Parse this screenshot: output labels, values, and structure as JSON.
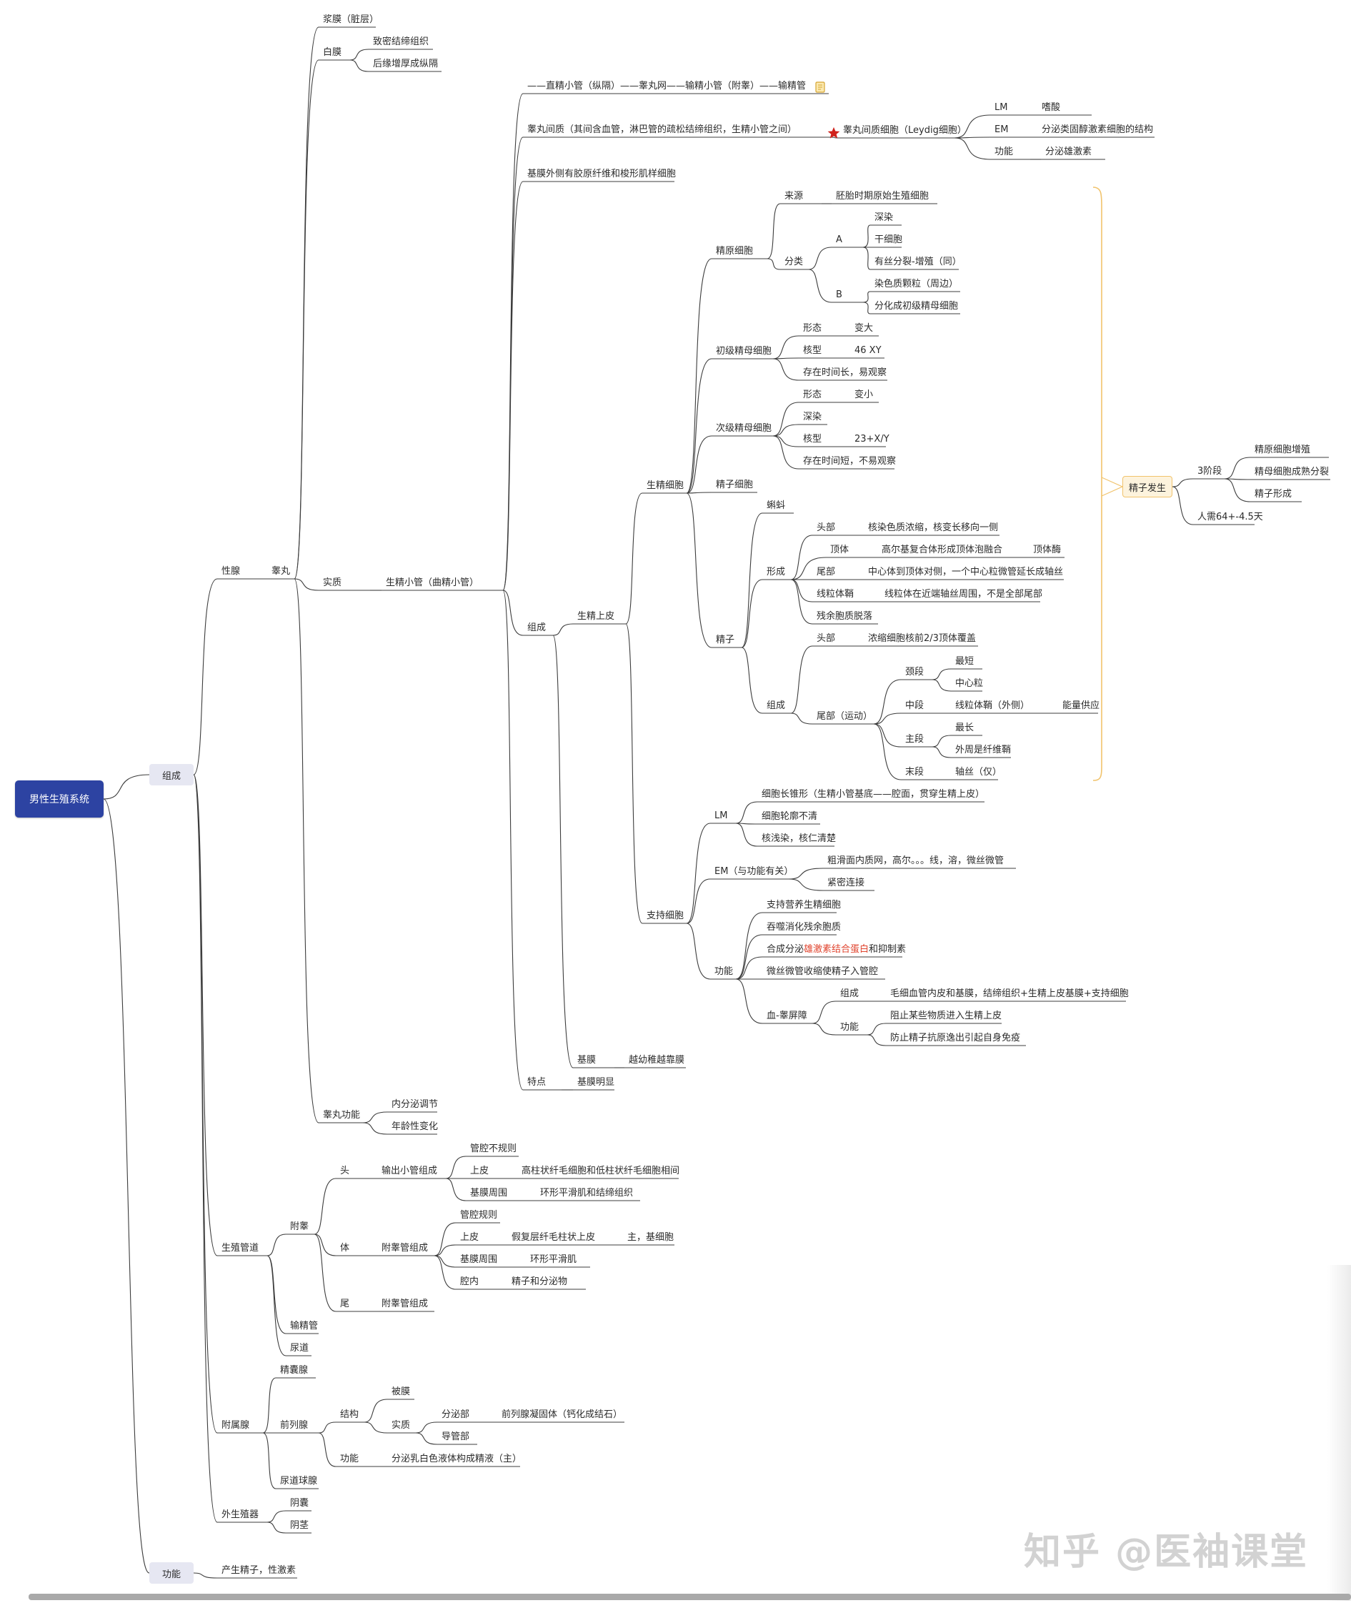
{
  "title": "男性生殖系统",
  "watermark": "知乎 @医袖课堂",
  "colors": {
    "root": "#2d43a2",
    "line": "#3c3c3c",
    "box": "#e6e7f2",
    "bracket": "#f1c36c",
    "highlight": "#e0432d"
  },
  "icons": {
    "star": "red-star-icon",
    "note": "note-icon"
  },
  "level1": {
    "composition": "组成",
    "function": "功能"
  },
  "nodes": {
    "gonad": "性腺",
    "testis": "睾丸",
    "serosa": "浆膜（脏层）",
    "albuginea": "白膜",
    "albu1": "致密结缔组织",
    "albu2": "后缘增厚成纵隔",
    "parenchyma": "实质",
    "tubule": "生精小管（曲精小管）",
    "duct_path": "——直精小管（纵隔）——睾丸网——输精小管（附睾）——输精管",
    "interstitium": "睾丸间质（其间含血管，淋巴管的疏松结缔组织，生精小管之间）",
    "leydig": "睾丸间质细胞（Leydig细胞）",
    "lm": "LM",
    "lm_v": "嗜酸",
    "em": "EM",
    "em_v": "分泌类固醇激素细胞的结构",
    "fn": "功能",
    "fn_v": "分泌雄激素",
    "basement_out": "基膜外侧有胶原纤维和梭形肌样细胞",
    "comp": "组成",
    "epith": "生精上皮",
    "spermcells": "生精细胞",
    "spermatogonia": "精原细胞",
    "source": "来源",
    "source_v": "胚胎时期原始生殖细胞",
    "classify": "分类",
    "A": "A",
    "a1": "深染",
    "a2": "干细胞",
    "a3": "有丝分裂-增殖（同）",
    "B": "B",
    "b1": "染色质颗粒（周边）",
    "b2": "分化成初级精母细胞",
    "primary": "初级精母细胞",
    "p_form": "形态",
    "p_form_v": "变大",
    "p_nuc": "核型",
    "p_nuc_v": "46  XY",
    "p_time": "存在时间长，易观察",
    "secondary": "次级精母细胞",
    "s_form": "形态",
    "s_form_v": "变小",
    "s_deep": "深染",
    "s_nuc": "核型",
    "s_nuc_v": "23+X/Y",
    "s_time": "存在时间短，不易观察",
    "spermatid": "精子细胞",
    "sperm": "精子",
    "tadpole": "蝌蚪",
    "formation": "形成",
    "f_head": "头部",
    "f_head_v": "核染色质浓缩，核变长移向一侧",
    "f_acro": "顶体",
    "f_acro_v": "高尔基复合体形成顶体泡融合",
    "f_acro_v2": "顶体酶",
    "f_tail": "尾部",
    "f_tail_v": "中心体到顶体对侧，一个中心粒微管延长成轴丝",
    "f_mito": "线粒体鞘",
    "f_mito_v": "线粒体在近端轴丝周围，不是全部尾部",
    "f_resid": "残余胞质脱落",
    "structure": "组成",
    "st_head": "头部",
    "st_head_v": "浓缩细胞核前2/3顶体覆盖",
    "st_tail": "尾部（运动）",
    "neck": "颈段",
    "neck1": "最短",
    "neck2": "中心粒",
    "mid": "中段",
    "mid_v": "线粒体鞘（外侧）",
    "mid_v2": "能量供应",
    "main": "主段",
    "main1": "最长",
    "main2": "外周是纤维鞘",
    "end": "末段",
    "end_v": "轴丝（仅）",
    "sertoli": "支持细胞",
    "s_lm": "LM",
    "s_lm1": "细胞长锥形（生精小管基底——腔面，贯穿生精上皮）",
    "s_lm2": "细胞轮廓不清",
    "s_lm3": "核浅染，核仁清楚",
    "s_em": "EM（与功能有关）",
    "s_em1": "粗滑面内质网，高尔。。。线，溶，微丝微管",
    "s_em2": "紧密连接",
    "s_fn": "功能",
    "s_fn1": "支持营养生精细胞",
    "s_fn2": "吞噬消化残余胞质",
    "s_fn3_pre": "合成分泌",
    "s_fn3_hl": "雄激素结合蛋白",
    "s_fn3_post": "和抑制素",
    "s_fn4": "微丝微管收缩使精子入管腔",
    "btb": "血-睾屏障",
    "btb_comp": "组成",
    "btb_comp_v": "毛细血管内皮和基膜，结缔组织+生精上皮基膜+支持细胞",
    "btb_fn": "功能",
    "btb_fn1": "阻止某些物质进入生精上皮",
    "btb_fn2": "防止精子抗原逸出引起自身免疫",
    "bm": "基膜",
    "bm_v": "越幼稚越靠膜",
    "feature": "特点",
    "feature_v": "基膜明显",
    "spermatogenesis": "精子发生",
    "stages": "3阶段",
    "st1": "精原细胞增殖",
    "st2": "精母细胞成熟分裂",
    "st3": "精子形成",
    "days": "人需64+-4.5天",
    "testis_fn": "睾丸功能",
    "tf1": "内分泌调节",
    "tf2": "年龄性变化",
    "ducts": "生殖管道",
    "epid": "附睾",
    "e_head": "头",
    "e_head_c": "输出小管组成",
    "eh1": "管腔不规则",
    "eh2": "上皮",
    "eh2_v": "高柱状纤毛细胞和低柱状纤毛细胞相间",
    "eh3": "基膜周围",
    "eh3_v": "环形平滑肌和结缔组织",
    "e_body": "体",
    "e_body_c": "附睾管组成",
    "eb1": "管腔规则",
    "eb2": "上皮",
    "eb2_v": "假复层纤毛柱状上皮",
    "eb2_v2": "主，基细胞",
    "eb3": "基膜周围",
    "eb3_v": "环形平滑肌",
    "eb4": "腔内",
    "eb4_v": "精子和分泌物",
    "e_tail": "尾",
    "e_tail_c": "附睾管组成",
    "vas": "输精管",
    "urethra": "尿道",
    "acc": "附属腺",
    "seminal": "精囊腺",
    "prostate": "前列腺",
    "pr_struct": "结构",
    "capsule": "被膜",
    "pr_par": "实质",
    "secretory": "分泌部",
    "secretory_v": "前列腺凝固体（钙化成结石）",
    "ductpart": "导管部",
    "pr_fn": "功能",
    "pr_fn_v": "分泌乳白色液体构成精液（主）",
    "bulbo": "尿道球腺",
    "ext": "外生殖器",
    "scrotum": "阴囊",
    "penis": "阴茎",
    "function_v": "产生精子，性激素"
  }
}
